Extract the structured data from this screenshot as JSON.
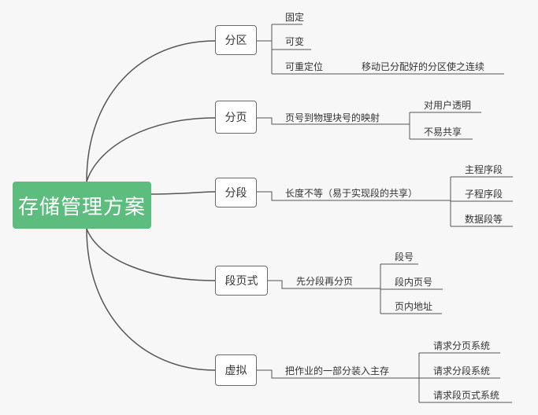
{
  "root": {
    "label": "存储管理方案"
  },
  "branches": [
    {
      "label": "分区",
      "children": [
        "固定",
        "可变",
        "可重定位"
      ],
      "extra": "移动已分配好的分区使之连续"
    },
    {
      "label": "分页",
      "desc": "页号到物理块号的映射",
      "children": [
        "对用户透明",
        "不易共享"
      ]
    },
    {
      "label": "分段",
      "desc": "长度不等（易于实现段的共享）",
      "children": [
        "主程序段",
        "子程序段",
        "数据段等"
      ]
    },
    {
      "label": "段页式",
      "desc": "先分段再分页",
      "children": [
        "段号",
        "段内页号",
        "页内地址"
      ]
    },
    {
      "label": "虚拟",
      "desc": "把作业的一部分装入主存",
      "children": [
        "请求分页系统",
        "请求分段系统",
        "请求段页式系统"
      ]
    }
  ]
}
